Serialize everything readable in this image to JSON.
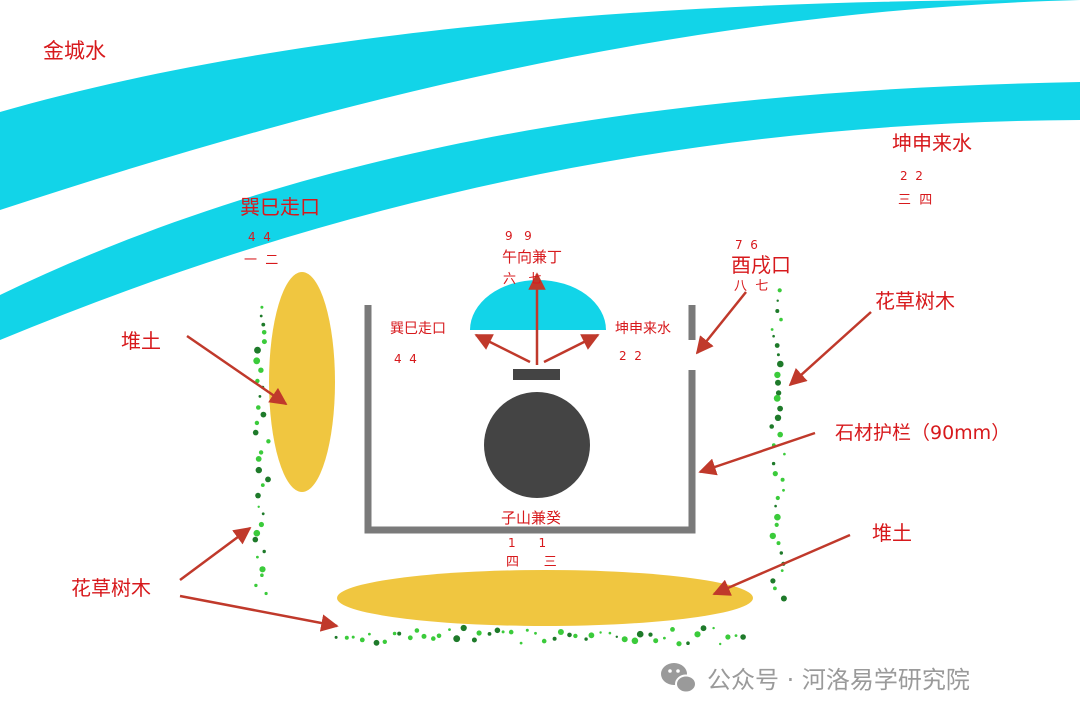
{
  "labels": {
    "golden_water": "金城水",
    "kun_shen_water_top": "坤申来水",
    "kun_shen_water_top_nums": "2  2",
    "kun_shen_water_top_cn": "三  四",
    "xun_si_exit_top": "巽巳走口",
    "xun_si_exit_top_nums": "4  4",
    "xun_si_exit_top_cn": "一  二",
    "wu_direction": "午向兼丁",
    "wu_direction_nums": "9   9",
    "wu_direction_cn": "六   七",
    "you_xu_exit": "酉戌口",
    "you_xu_exit_nums": "7  6",
    "you_xu_exit_cn": "八  七",
    "mound_left": "堆土",
    "mound_bottom": "堆土",
    "xun_si_exit_inner": "巽巳走口",
    "xun_si_exit_inner_nums": "4  4",
    "kun_shen_water_inner": "坤申来水",
    "kun_shen_water_inner_nums": "2  2",
    "plants_right": "花草树木",
    "plants_left": "花草树木",
    "stone_railing": "石材护栏（90mm）",
    "zi_mountain": "子山兼癸",
    "zi_mountain_nums": "1      1",
    "zi_mountain_cn": "四      三",
    "watermark": "公众号 · 河洛易学研究院"
  },
  "colors": {
    "water": "#12D4E8",
    "mound": "#F0C640",
    "label": "#D7191C",
    "arrow": "#C0392B",
    "railing": "#7A7A7A",
    "tomb": "#444444",
    "plants": "#3BCB3B",
    "plants_dark": "#1E7A2A",
    "watermark": "#9A9A9A"
  },
  "icons": {
    "watermark_logo": "wechat-icon"
  }
}
